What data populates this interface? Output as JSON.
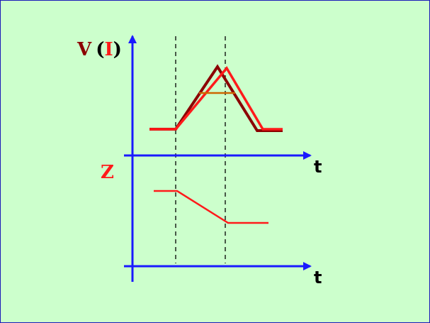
{
  "labels": {
    "v": "V",
    "open_paren": "(",
    "i": "I",
    "close_paren": ")",
    "z": "Z",
    "t_top": "t",
    "t_bottom": "t"
  },
  "colors": {
    "background": "#ccffcc",
    "border": "#1a1ab8",
    "axis": "#1a1aff",
    "voltage": "#8b0000",
    "current": "#ff1a1a",
    "peak_bar": "#cc6600",
    "impedance": "#ff1a1a",
    "guide": "#000000",
    "paren_text": "#000000"
  }
}
